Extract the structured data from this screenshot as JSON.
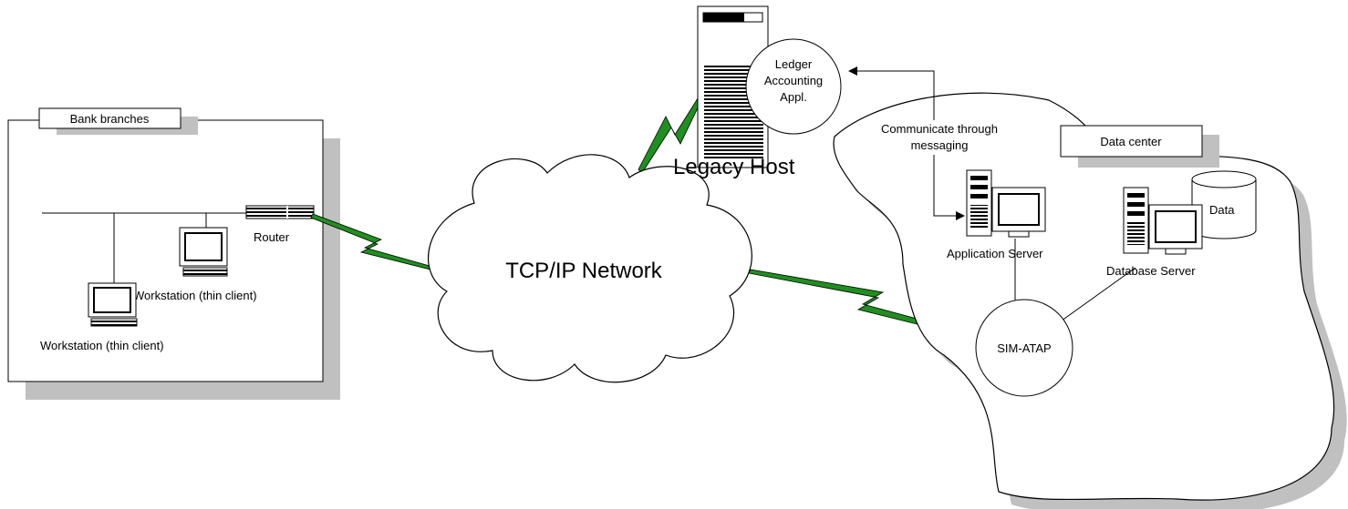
{
  "bank": {
    "title": "Bank branches",
    "router": "Router",
    "workstation_1": "Workstation (thin client)",
    "workstation_2": "Workstation (thin client)"
  },
  "network": {
    "label": "TCP/IP Network"
  },
  "legacy": {
    "host_label": "Legacy Host",
    "app_line1": "Ledger",
    "app_line2": "Accounting",
    "app_line3": "Appl."
  },
  "messaging": {
    "line1": "Communicate through",
    "line2": "messaging"
  },
  "datacenter": {
    "title": "Data center",
    "application_server": "Application Server",
    "database_server": "Database Server",
    "data_store": "Data",
    "sim_atap": "SIM-ATAP"
  },
  "colors": {
    "link_green": "#1f8f1f",
    "shadow_gray": "#c0c0c0",
    "line": "#000000"
  }
}
